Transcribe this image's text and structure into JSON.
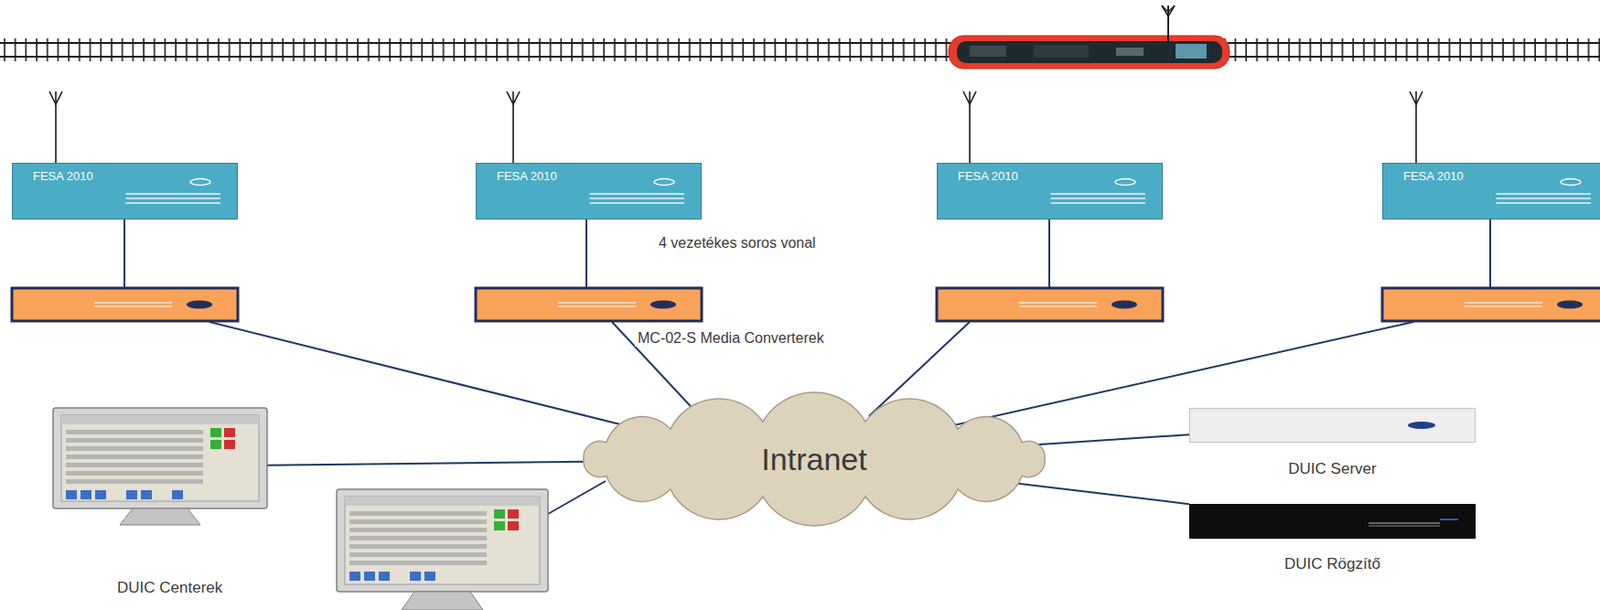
{
  "diagram": {
    "nodes": [
      {
        "text": [
          "FESA 2010"
        ]
      },
      {
        "text": [
          "FESA 2010"
        ]
      },
      {
        "text": [
          "FESA 2010"
        ]
      },
      {
        "text": [
          "FESA 2010"
        ]
      },
      {
        "text": [
          "Intranet"
        ]
      },
      {
        "text": [
          "DUIC Centerek"
        ]
      },
      {
        "text": [
          "DUIC Server"
        ]
      },
      {
        "text": [
          "DUIC Rögzítő"
        ]
      }
    ],
    "edges": [
      {
        "from": 4,
        "to": 5,
        "arrow": "none"
      },
      {
        "from": 4,
        "to": 6,
        "arrow": "none"
      },
      {
        "from": 4,
        "to": 7,
        "arrow": "none"
      }
    ],
    "labels": [
      "4 vezetékes soros vonal",
      "MC-02-S Media Converterek"
    ]
  }
}
